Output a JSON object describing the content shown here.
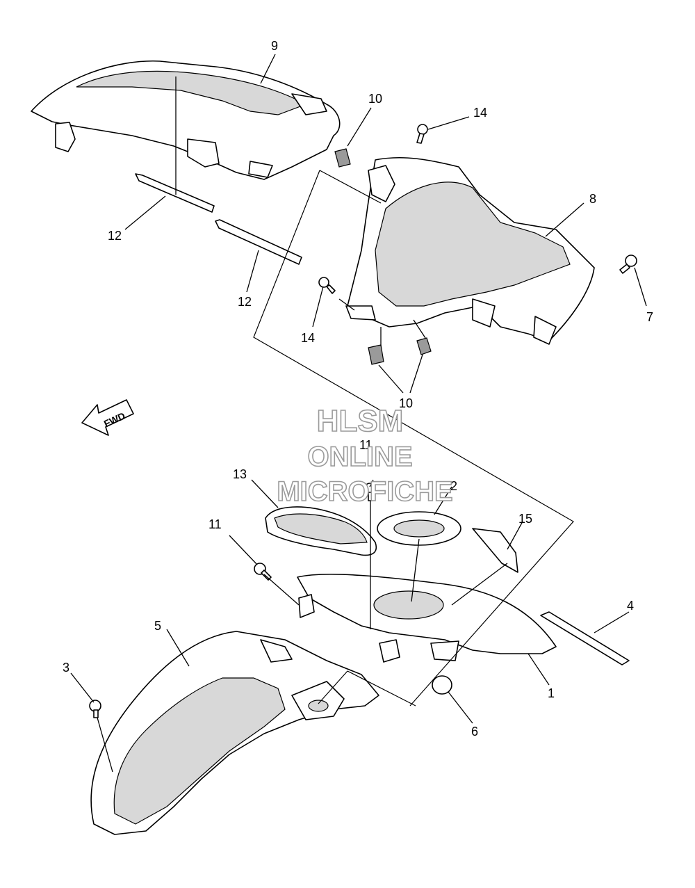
{
  "callouts": {
    "c1": "1",
    "c2": "2",
    "c3": "3",
    "c4": "4",
    "c5": "5",
    "c6": "6",
    "c7": "7",
    "c8": "8",
    "c9": "9",
    "c10a": "10",
    "c10b": "10",
    "c11a": "11",
    "c11b": "11",
    "c12a": "12",
    "c12b": "12",
    "c13": "13",
    "c14a": "14",
    "c14b": "14",
    "c15": "15"
  },
  "direction": {
    "label": "FWD"
  },
  "watermark": {
    "line1": "HLSM",
    "line2": "ONLINE",
    "line3": "MICROFICHE"
  }
}
